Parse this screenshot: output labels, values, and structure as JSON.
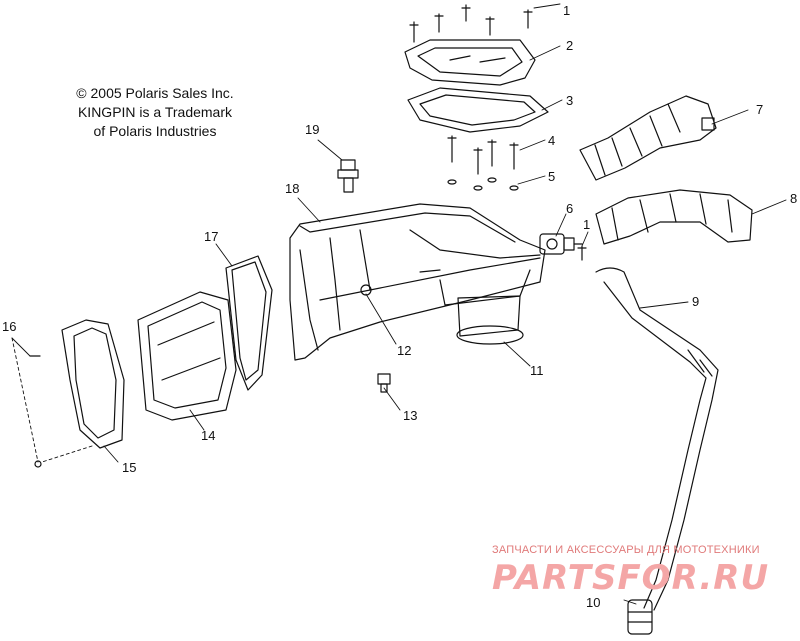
{
  "copyright": {
    "line1": "© 2005 Polaris Sales Inc.",
    "line2": "KINGPIN is a Trademark",
    "line3": "of Polaris Industries"
  },
  "watermark": {
    "tagline": "ЗАПЧАСТИ И АКСЕССУАРЫ ДЛЯ МОТОТЕХНИКИ",
    "logo": "PARTSFOR.RU",
    "color": "#f4a6a6"
  },
  "callouts": {
    "c1": "1",
    "c1b": "1",
    "c2": "2",
    "c3": "3",
    "c4": "4",
    "c5": "5",
    "c6": "6",
    "c7": "7",
    "c8": "8",
    "c9": "9",
    "c10": "10",
    "c11": "11",
    "c12": "12",
    "c13": "13",
    "c14": "14",
    "c15": "15",
    "c16": "16",
    "c17": "17",
    "c18": "18",
    "c19": "19"
  }
}
